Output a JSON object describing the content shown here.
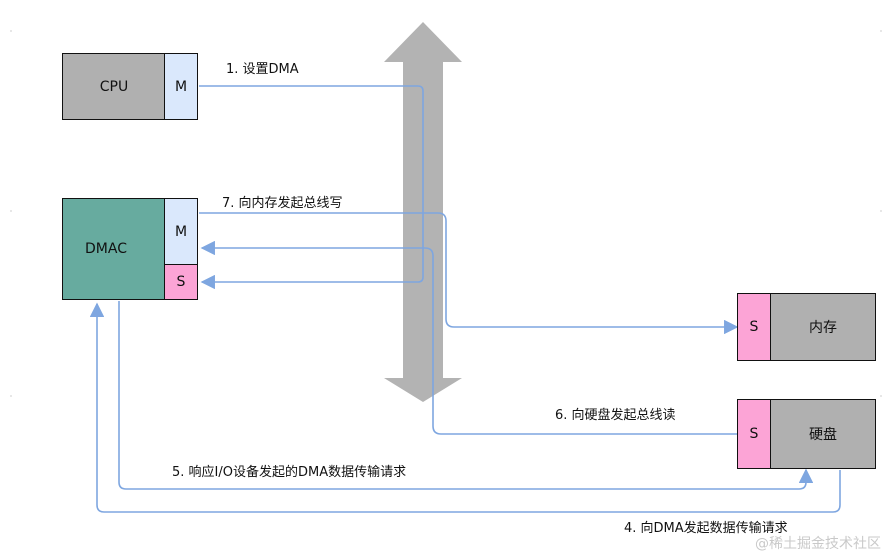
{
  "cpu": {
    "label": "CPU",
    "port": "M"
  },
  "dmac": {
    "label": "DMAC",
    "master_port": "M",
    "slave_port": "S"
  },
  "memory": {
    "label": "内存",
    "port": "S"
  },
  "disk": {
    "label": "硬盘",
    "port": "S"
  },
  "steps": {
    "s1": "1. 设置DMA",
    "s4": "4. 向DMA发起数据传输请求",
    "s5": "5. 响应I/O设备发起的DMA数据传输请求",
    "s6": "6. 向硬盘发起总线读",
    "s7": "7. 向内存发起总线写"
  },
  "colors": {
    "wire": "#7ea6e0",
    "bus": "#b3b3b3",
    "gray_box": "#b0b0b0",
    "port_master": "#dae8fc",
    "port_slave": "#fca4d6",
    "dmac": "#67ab9f"
  },
  "watermark": "@稀土掘金技术社区"
}
